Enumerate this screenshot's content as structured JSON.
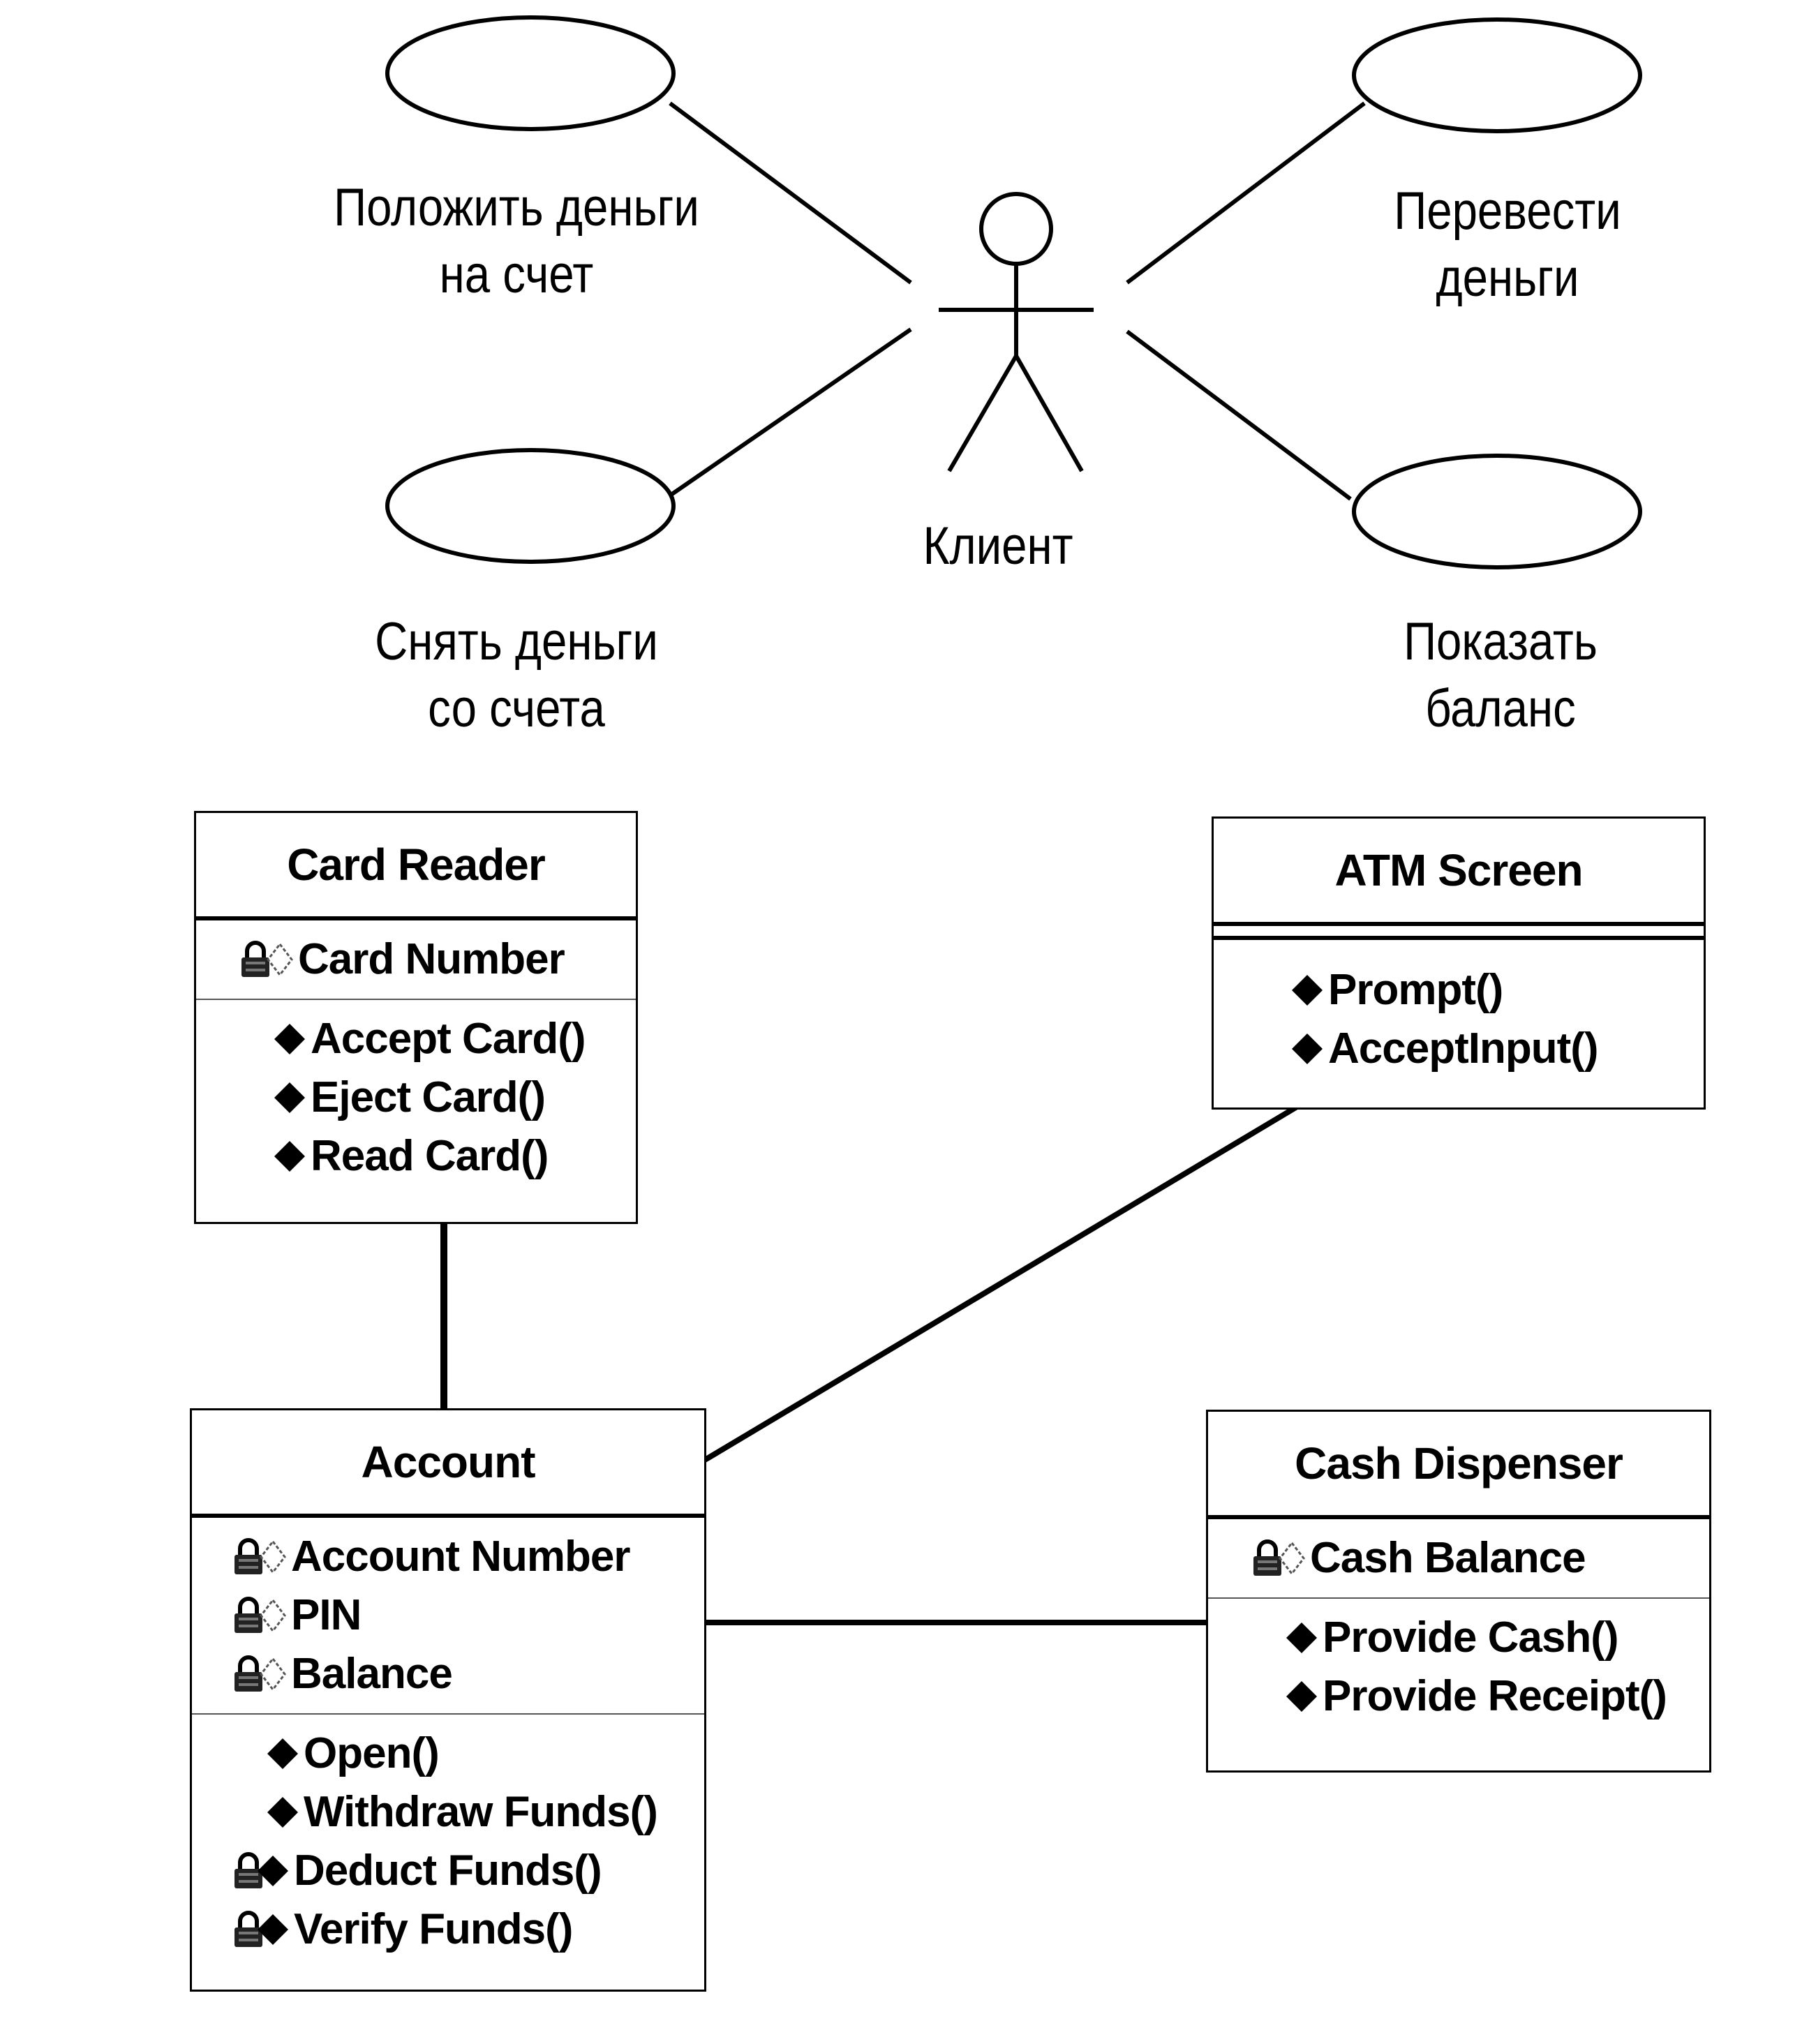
{
  "use_cases": [
    {
      "id": "deposit",
      "lines": [
        "Положить деньги",
        "на счет"
      ]
    },
    {
      "id": "transfer",
      "lines": [
        "Перевести",
        "деньги"
      ]
    },
    {
      "id": "withdraw",
      "lines": [
        "Снять деньги",
        "со счета"
      ]
    },
    {
      "id": "balance",
      "lines": [
        "Показать",
        "баланс"
      ]
    }
  ],
  "actor": {
    "label": "Клиент",
    "icon": "stick-figure-icon"
  },
  "classes": {
    "card_reader": {
      "name": "Card Reader",
      "attributes": [
        {
          "label": "Card Number",
          "icon": "private-attribute-icon"
        }
      ],
      "operations": [
        {
          "label": "Accept Card()",
          "icon": "public-operation-icon"
        },
        {
          "label": "Eject Card()",
          "icon": "public-operation-icon"
        },
        {
          "label": "Read Card()",
          "icon": "public-operation-icon"
        }
      ]
    },
    "atm_screen": {
      "name": "ATM Screen",
      "attributes": [],
      "operations": [
        {
          "label": "Prompt()",
          "icon": "public-operation-icon"
        },
        {
          "label": "AcceptInput()",
          "icon": "public-operation-icon"
        }
      ]
    },
    "account": {
      "name": "Account",
      "attributes": [
        {
          "label": "Account Number",
          "icon": "private-attribute-icon"
        },
        {
          "label": "PIN",
          "icon": "private-attribute-icon"
        },
        {
          "label": "Balance",
          "icon": "private-attribute-icon"
        }
      ],
      "operations": [
        {
          "label": "Open()",
          "icon": "public-operation-icon"
        },
        {
          "label": "Withdraw Funds()",
          "icon": "public-operation-icon"
        },
        {
          "label": "Deduct Funds()",
          "icon": "private-operation-icon"
        },
        {
          "label": "Verify Funds()",
          "icon": "private-operation-icon"
        }
      ]
    },
    "cash_dispenser": {
      "name": "Cash Dispenser",
      "attributes": [
        {
          "label": "Cash Balance",
          "icon": "private-attribute-icon"
        }
      ],
      "operations": [
        {
          "label": "Provide Cash()",
          "icon": "public-operation-icon"
        },
        {
          "label": "Provide Receipt()",
          "icon": "public-operation-icon"
        }
      ]
    }
  },
  "colors": {
    "ink": "#000000",
    "background": "#ffffff"
  }
}
